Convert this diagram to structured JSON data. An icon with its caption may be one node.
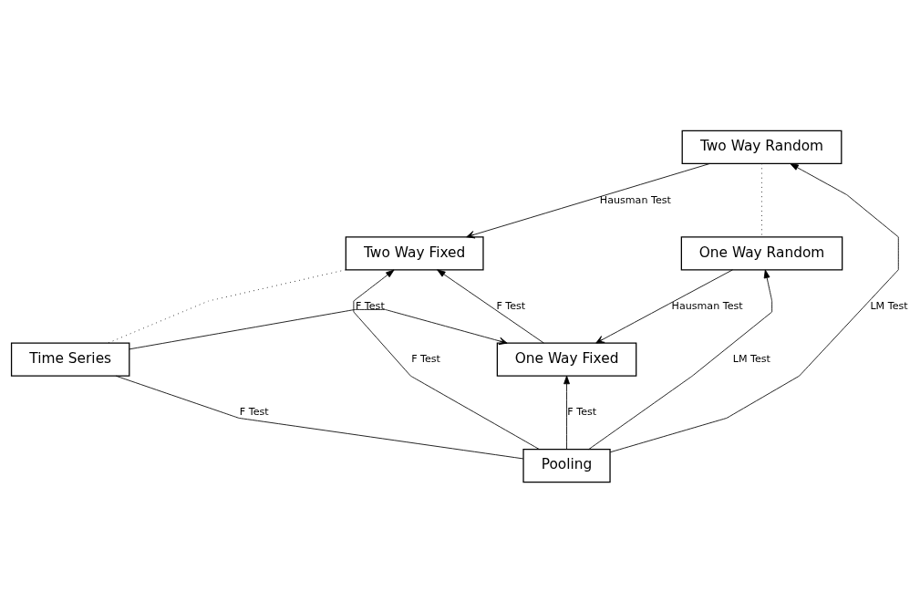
{
  "diagram": {
    "nodes": [
      {
        "text": [
          "Two Way Random"
        ]
      },
      {
        "text": [
          "Two Way Fixed"
        ]
      },
      {
        "text": [
          "One Way Random"
        ]
      },
      {
        "text": [
          "Time Series"
        ]
      },
      {
        "text": [
          "One Way Fixed"
        ]
      },
      {
        "text": [
          "Pooling"
        ]
      }
    ],
    "edges": [
      {
        "from": 0,
        "to": 1,
        "arrow": "to",
        "label": "Hausman Test"
      },
      {
        "from": 0,
        "to": 2,
        "arrow": "none",
        "style": "dashed"
      },
      {
        "from": 5,
        "to": 0,
        "arrow": "to",
        "label": "LM Test"
      },
      {
        "from": 4,
        "to": 1,
        "arrow": "to",
        "label": "F Test"
      },
      {
        "from": 3,
        "to": 1,
        "arrow": "none",
        "style": "dashed"
      },
      {
        "from": 2,
        "to": 4,
        "arrow": "to",
        "label": "Hausman Test"
      },
      {
        "from": 3,
        "to": 4,
        "arrow": "to",
        "label": "F Test"
      },
      {
        "from": 5,
        "to": 1,
        "arrow": "to",
        "label": "F Test"
      },
      {
        "from": 3,
        "to": 5,
        "arrow": "none",
        "label": "F Test"
      },
      {
        "from": 5,
        "to": 2,
        "arrow": "to",
        "label": "LM Test"
      },
      {
        "from": 5,
        "to": 4,
        "arrow": "to",
        "label": "F Test"
      }
    ]
  }
}
